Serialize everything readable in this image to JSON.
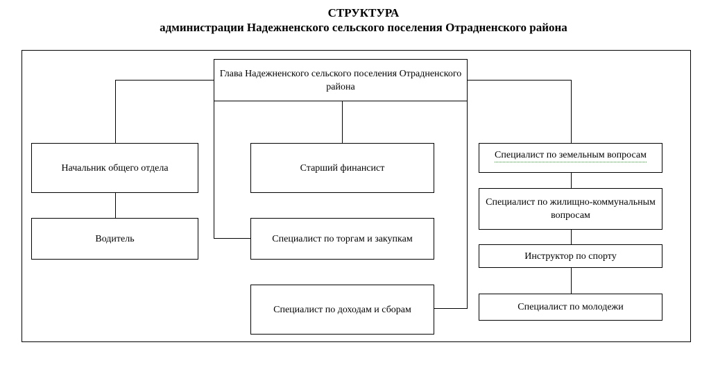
{
  "header": {
    "title": "СТРУКТУРА",
    "subtitle": "администрации Надежненского сельского поселения Отрадненского района"
  },
  "boxes": {
    "head": "Глава Надежненского сельского поселения Отрадненского района",
    "general_dept_head": "Начальник общего отдела",
    "driver": "Водитель",
    "senior_financier": "Старший финансист",
    "procurement_specialist": "Специалист по торгам и  закупкам",
    "revenue_specialist": "Специалист по доходам и сборам",
    "land_specialist": "Специалист по земельным вопросам",
    "housing_specialist": "Специалист по  жилищно-коммунальным вопросам",
    "sport_instructor": "Инструктор по спорту",
    "youth_specialist": "Специалист по молодежи"
  }
}
